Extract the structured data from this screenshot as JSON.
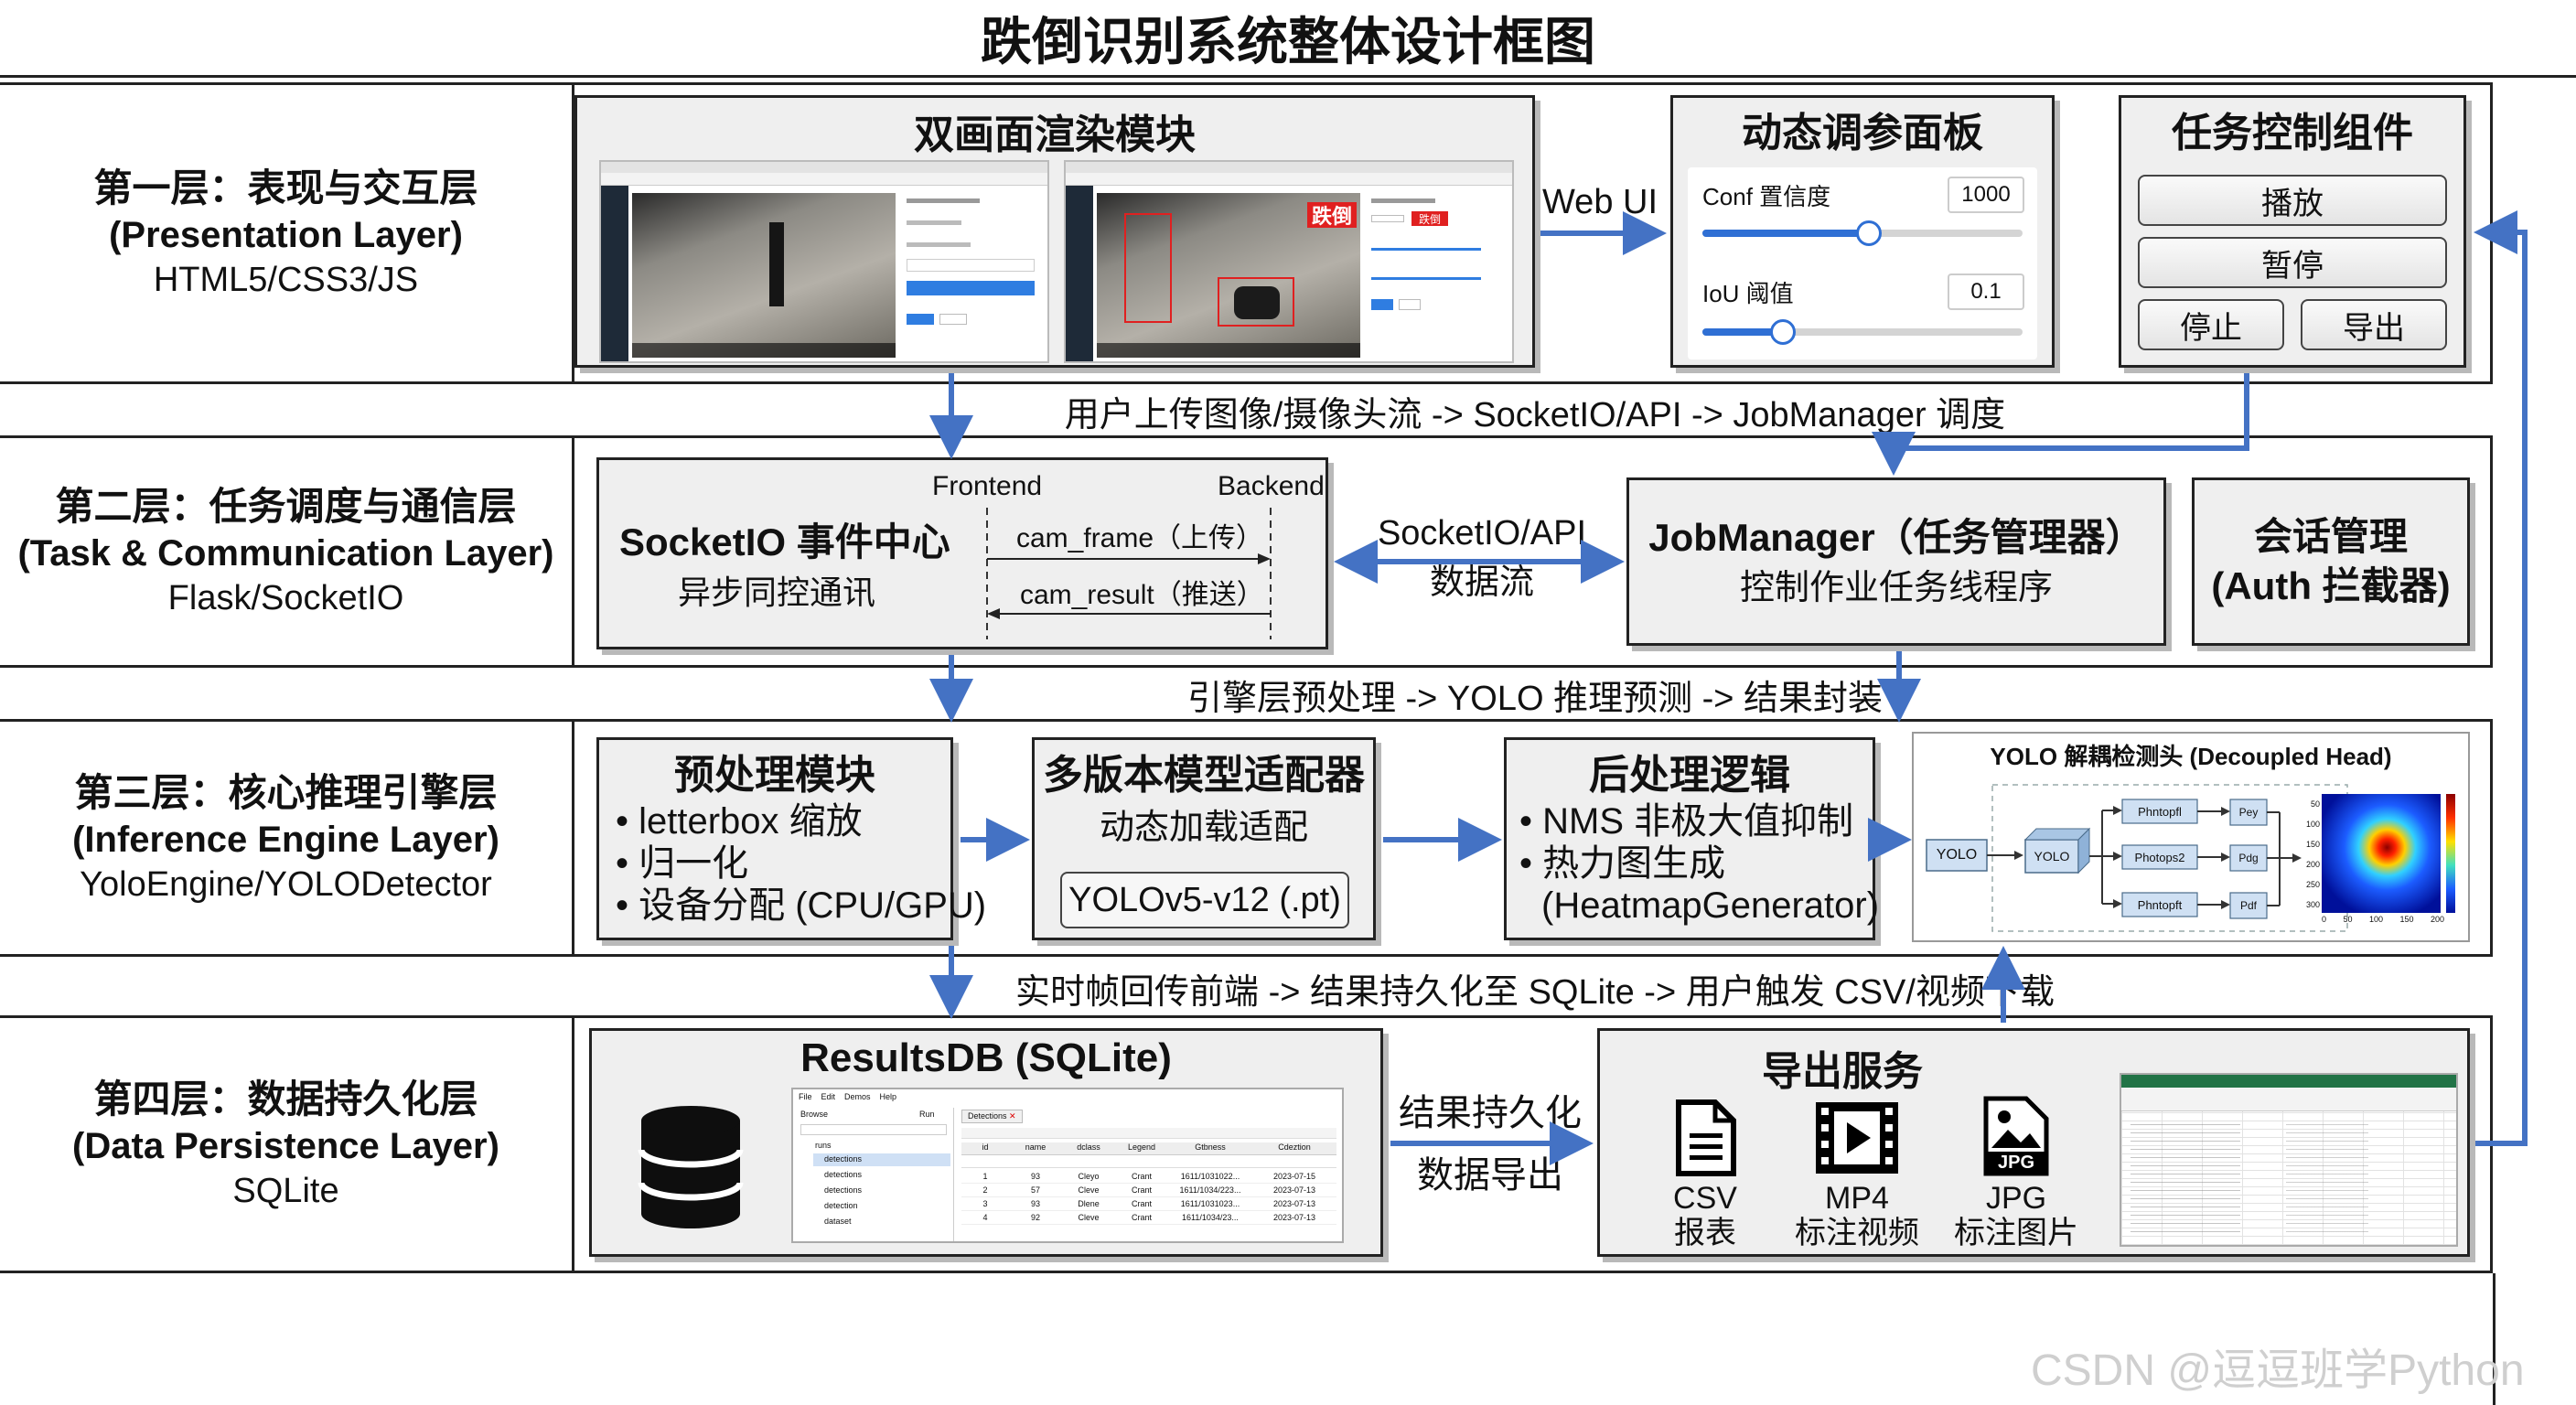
{
  "title": "跌倒识别系统整体设计框图",
  "layers": {
    "l1": {
      "name_cn": "第一层：表现与交互层",
      "name_en": "(Presentation Layer)",
      "tech": "HTML5/CSS3/JS"
    },
    "l2": {
      "name_cn": "第二层：任务调度与通信层",
      "name_en": "(Task & Communication Layer)",
      "tech": "Flask/SocketIO"
    },
    "l3": {
      "name_cn": "第三层：核心推理引擎层",
      "name_en": "(Inference Engine Layer)",
      "tech": "YoloEngine/YOLODetector"
    },
    "l4": {
      "name_cn": "第四层：数据持久化层",
      "name_en": "(Data Persistence Layer)",
      "tech": "SQLite"
    }
  },
  "dual_render": {
    "title": "双画面渲染模块",
    "fall_label": "跌倒"
  },
  "web_ui_label": "Web UI",
  "param_panel": {
    "title": "动态调参面板",
    "conf_label": "Conf 置信度",
    "conf_value": "1000",
    "conf_fraction": 0.52,
    "iou_label": "IoU 阈值",
    "iou_value": "0.1",
    "iou_fraction": 0.25
  },
  "task_control": {
    "title": "任务控制组件",
    "play": "播放",
    "pause": "暂停",
    "stop": "停止",
    "export": "导出"
  },
  "flow1": "用户上传图像/摄像头流 -> SocketIO/API -> JobManager 调度",
  "socketio": {
    "title": "SocketIO 事件中心",
    "subtitle": "异步同控通讯",
    "frontend": "Frontend",
    "backend": "Backend",
    "cam_frame": "cam_frame（上传）",
    "cam_result": "cam_result（推送）"
  },
  "socket_api": {
    "line1": "SocketIO/API",
    "line2": "数据流"
  },
  "jobmanager": {
    "title": "JobManager（任务管理器）",
    "subtitle": "控制作业任务线程序"
  },
  "session": {
    "line1": "会话管理",
    "line2": "(Auth 拦截器)"
  },
  "flow2": "引擎层预处理 -> YOLO 推理预测 -> 结果封装",
  "preprocess": {
    "title": "预处理模块",
    "items": [
      "• letterbox 缩放",
      "• 归一化",
      "• 设备分配 (CPU/GPU)"
    ]
  },
  "adapter": {
    "title": "多版本模型适配器",
    "subtitle": "动态加载适配",
    "model": "YOLOv5-v12 (.pt)"
  },
  "postprocess": {
    "title": "后处理逻辑",
    "items": [
      "• NMS 非极大值抑制",
      "• 热力图生成",
      "(HeatmapGenerator)"
    ]
  },
  "yolo_head": {
    "title": "YOLO 解耦检测头 (Decoupled Head)",
    "node_a": "YOLO",
    "node_b": "YOLO",
    "branches": [
      "Phntopfl",
      "Photops2",
      "Phntopft"
    ],
    "heads": [
      "Pey",
      "Pdg",
      "Pdf"
    ],
    "x_ticks": [
      "0",
      "50",
      "100",
      "150",
      "200"
    ],
    "y_ticks": [
      "50",
      "100",
      "150",
      "200",
      "250",
      "300"
    ]
  },
  "flow3": "实时帧回传前端 -> 结果持久化至 SQLite -> 用户触发 CSV/视频下载",
  "resultsdb": {
    "title": "ResultsDB (SQLite)",
    "menu": [
      "File",
      "Edit",
      "Demos",
      "Help"
    ],
    "tab_browse": "Browse",
    "tab_run": "Run",
    "tab_detections": "Detections",
    "tree": [
      "runs",
      "detections",
      "detections",
      "detections",
      "detection",
      "dataset"
    ],
    "columns": [
      "id",
      "name",
      "dclass",
      "Legend",
      "Gtbness",
      "Cdeztion"
    ],
    "rows": [
      [
        "1",
        "93",
        "Cleyo",
        "Crant",
        "1611/1031022...",
        "2023-07-15"
      ],
      [
        "2",
        "57",
        "Cleve",
        "Crant",
        "1611/1034/223...",
        "2023-07-13"
      ],
      [
        "3",
        "93",
        "Dlene",
        "Crant",
        "1611/1031023...",
        "2023-07-13"
      ],
      [
        "4",
        "92",
        "Cleve",
        "Crant",
        "1611/1034/23...",
        "2023-07-13"
      ]
    ]
  },
  "persist": {
    "line1": "结果持久化",
    "line2": "数据导出"
  },
  "export_service": {
    "title": "导出服务",
    "csv": "CSV",
    "csv_desc": "报表",
    "mp4": "MP4",
    "mp4_desc": "标注视频",
    "jpg_badge": "JPG",
    "jpg": "JPG",
    "jpg_desc": "标注图片"
  },
  "watermark": "CSDN @逗逗班学Python",
  "colors": {
    "arrow": "#4472c4",
    "border": "#222222",
    "box_bg": "#efefef"
  }
}
